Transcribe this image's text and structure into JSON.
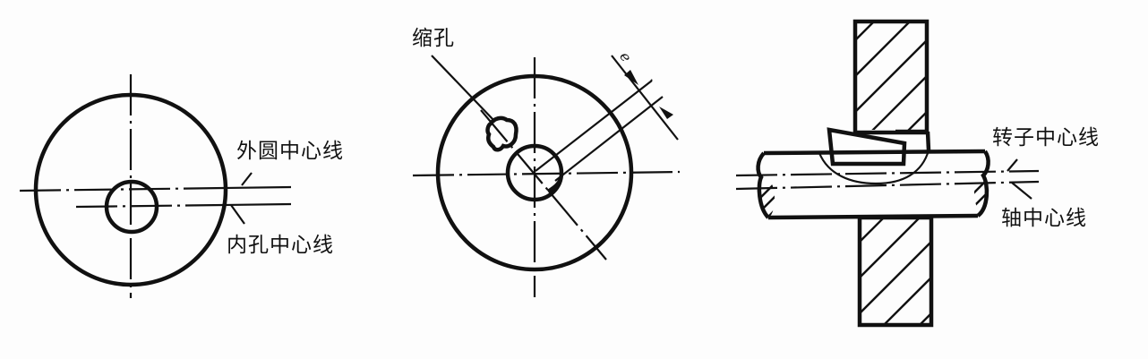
{
  "figures": [
    {
      "id": "outer-inner-eccentricity",
      "labels": {
        "outer_center_line": "外圆中心线",
        "inner_hole_center_line": "内孔中心线"
      }
    },
    {
      "id": "shrinkage-cavity",
      "labels": {
        "shrinkage_cavity": "缩孔",
        "eccentricity_symbol": "e"
      }
    },
    {
      "id": "rotor-shaft-misalignment",
      "labels": {
        "rotor_center_line": "转子中心线",
        "shaft_center_line": "轴中心线"
      }
    }
  ],
  "colors": {
    "line": "#111111",
    "background": "#fdfdfd"
  }
}
